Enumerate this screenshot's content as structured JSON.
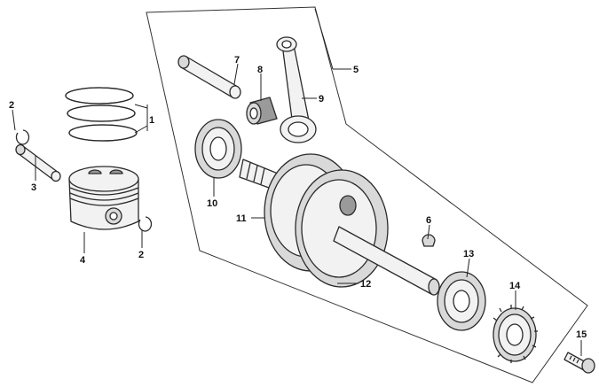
{
  "callouts": [
    {
      "id": "c1",
      "label": "1"
    },
    {
      "id": "c2a",
      "label": "2"
    },
    {
      "id": "c2b",
      "label": "2"
    },
    {
      "id": "c3",
      "label": "3"
    },
    {
      "id": "c4",
      "label": "4"
    },
    {
      "id": "c5",
      "label": "5"
    },
    {
      "id": "c6",
      "label": "6"
    },
    {
      "id": "c7",
      "label": "7"
    },
    {
      "id": "c8",
      "label": "8"
    },
    {
      "id": "c9",
      "label": "9"
    },
    {
      "id": "c10",
      "label": "10"
    },
    {
      "id": "c11",
      "label": "11"
    },
    {
      "id": "c12",
      "label": "12"
    },
    {
      "id": "c13",
      "label": "13"
    },
    {
      "id": "c14",
      "label": "14"
    },
    {
      "id": "c15",
      "label": "15"
    }
  ]
}
